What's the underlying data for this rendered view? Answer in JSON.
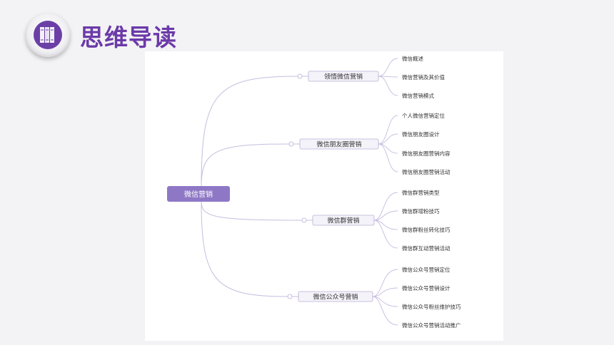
{
  "header": {
    "title": "思维导读"
  },
  "mindmap": {
    "root": "微信营销",
    "branches": [
      {
        "label": "领悟微信营销",
        "children": [
          "微信概述",
          "微信营销及其价值",
          "微信营销模式"
        ]
      },
      {
        "label": "微信朋友圈营销",
        "children": [
          "个人微信营销定位",
          "微信朋友圈设计",
          "微信朋友圈营销内容",
          "微信朋友圈营销活动"
        ]
      },
      {
        "label": "微信群营销",
        "children": [
          "微信群营销类型",
          "微信群增粉技巧",
          "微信群粉丝转化技巧",
          "微信群互动营销活动"
        ]
      },
      {
        "label": "微信公众号营销",
        "children": [
          "微信公众号营销定位",
          "微信公众号营销设计",
          "微信公众号粉丝维护技巧",
          "微信公众号营销活动推广"
        ]
      }
    ]
  },
  "colors": {
    "accent": "#6b3aa8",
    "root_fill": "#8e78c6",
    "line": "#c7bde0",
    "node_fill": "#f5f3fa"
  }
}
